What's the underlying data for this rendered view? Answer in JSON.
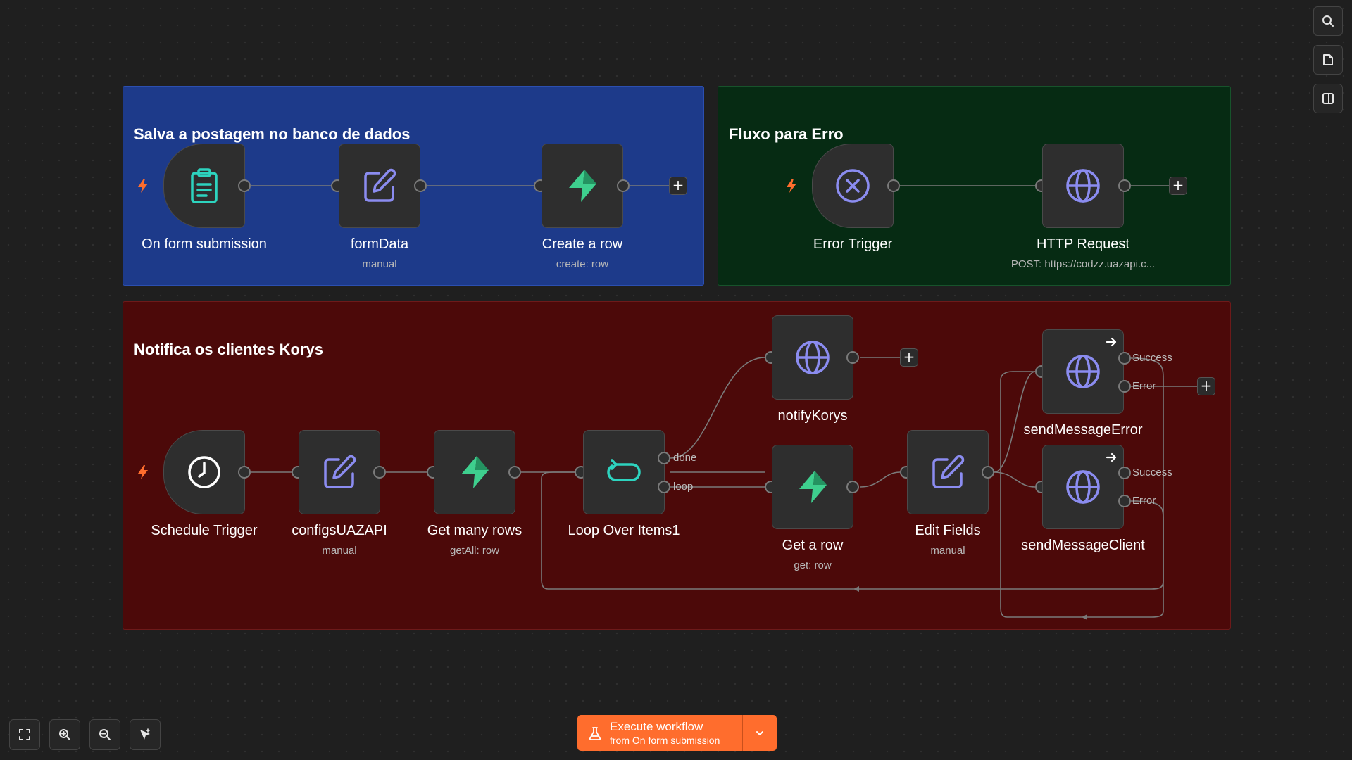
{
  "colors": {
    "sticky_blue": "#1d3a8a",
    "sticky_green": "#062b13",
    "sticky_red": "#4c0909",
    "accent_orange": "#ff6d2d",
    "icon_purple": "#8b8cf0",
    "icon_teal": "#2dd4bf",
    "icon_green": "#3ecf8e"
  },
  "stickies": {
    "blue": {
      "title": "Salva a postagem no banco de dados"
    },
    "green": {
      "title": "Fluxo para Erro"
    },
    "red": {
      "title": "Notifica os clientes Korys"
    }
  },
  "nodes": {
    "on_form_submission": {
      "label": "On form submission",
      "icon": "clipboard-icon"
    },
    "form_data": {
      "label": "formData",
      "subtitle": "manual",
      "icon": "edit-icon"
    },
    "create_row": {
      "label": "Create a row",
      "subtitle": "create: row",
      "icon": "supabase-bolt-icon"
    },
    "error_trigger": {
      "label": "Error Trigger",
      "icon": "x-circle-icon"
    },
    "http_request": {
      "label": "HTTP Request",
      "subtitle": "POST: https://codzz.uazapi.c...",
      "icon": "globe-icon"
    },
    "schedule_trigger": {
      "label": "Schedule Trigger",
      "icon": "clock-icon"
    },
    "configs_uazapi": {
      "label": "configsUAZAPI",
      "subtitle": "manual",
      "icon": "edit-icon"
    },
    "get_many_rows": {
      "label": "Get many rows",
      "subtitle": "getAll: row",
      "icon": "supabase-bolt-icon"
    },
    "loop_over_items": {
      "label": "Loop Over Items1",
      "icon": "loop-icon",
      "outputs": [
        "done",
        "loop"
      ]
    },
    "notify_korys": {
      "label": "notifyKorys",
      "icon": "globe-icon"
    },
    "get_row": {
      "label": "Get a row",
      "subtitle": "get: row",
      "icon": "supabase-bolt-icon"
    },
    "edit_fields": {
      "label": "Edit Fields",
      "subtitle": "manual",
      "icon": "edit-icon"
    },
    "send_message_error": {
      "label": "sendMessageError",
      "icon": "globe-icon",
      "outputs": [
        "Success",
        "Error"
      ]
    },
    "send_message_client": {
      "label": "sendMessageClient",
      "icon": "globe-icon",
      "outputs": [
        "Success",
        "Error"
      ]
    }
  },
  "right_toolbar": [
    "search-icon",
    "sticky-note-icon",
    "panel-icon"
  ],
  "bottom_toolbar": [
    "fit-view-icon",
    "zoom-in-icon",
    "zoom-out-icon",
    "tidy-up-icon"
  ],
  "execute": {
    "label": "Execute workflow",
    "sublabel": "from On form submission"
  }
}
